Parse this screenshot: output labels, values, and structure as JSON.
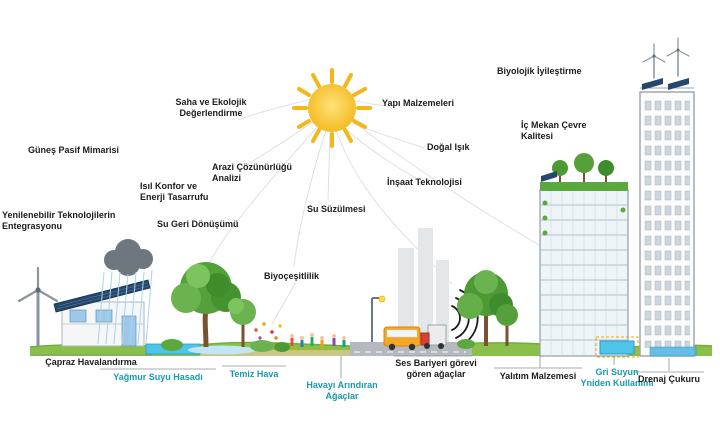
{
  "labels": {
    "gunes_pasif_mimarisi": "Güneş Pasif Mimarisi",
    "saha_ve_ekolojik": "Saha ve Ekolojik Değerlendirme",
    "yapi_malzemeleri": "Yapı Malzemeleri",
    "biyolojik_iyilestirme": "Biyolojik İyileştirme",
    "ic_mekan_cevre_kalitesi": "İç Mekan Çevre Kalitesi",
    "dogal_isik": "Doğal Işık",
    "insaat_teknolojisi": "İnşaat Teknolojisi",
    "arazi_cozunurlugu": "Arazi Çözünürlüğü Analizi",
    "isil_konfor": "Isıl Konfor ve Enerji Tasarrufu",
    "su_geri_donusumu": "Su Geri Dönüşümü",
    "su_suzulmesi": "Su Süzülmesi",
    "yenilenebilir_entegrasyon": "Yenilenebilir Teknolojilerin Entegrasyonu",
    "biyocesitlilik": "Biyoçeşitlilik",
    "capraz_havalandirma": "Çapraz Havalandırma",
    "yagmur_suyu_hasadi": "Yağmur Suyu Hasadı",
    "temiz_hava": "Temiz Hava",
    "havayi_arindiran": "Havayı Arındıran Ağaçlar",
    "ses_bariyeri": "Ses Bariyeri görevi gören ağaçlar",
    "yalitim_malzemesi": "Yalıtım Malzemesi",
    "gri_suyun": "Gri Suyun Yniden Kullanımı",
    "drenaj_cukuru": "Drenaj Çukuru"
  },
  "colors": {
    "label_dark": "#1c1c1c",
    "label_teal": "#1799ab",
    "sun_yellow": "#f3b71a",
    "ground_green": "#8abf4a",
    "tree_green": "#4c9a33",
    "water_blue": "#4fc3e8",
    "solar_panel_navy": "#24476b",
    "warning_dash_orange": "#f0a500"
  }
}
